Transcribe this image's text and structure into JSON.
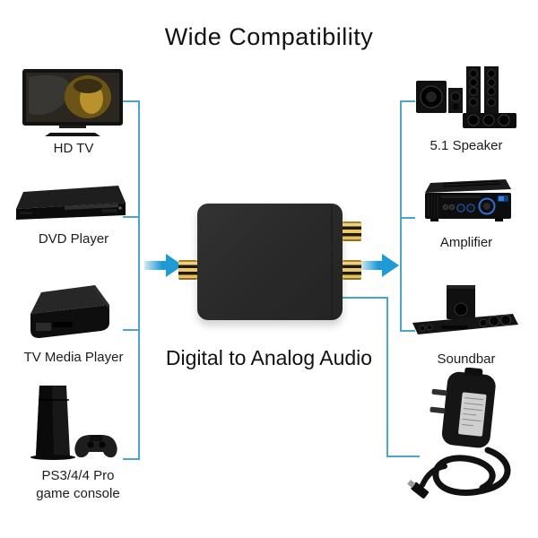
{
  "title": "Wide Compatibility",
  "caption": "Digital to Analog Audio",
  "left_column": {
    "devices": [
      {
        "name": "hd-tv",
        "label": "HD TV"
      },
      {
        "name": "dvd-player",
        "label": "DVD Player"
      },
      {
        "name": "tv-media-player",
        "label": "TV Media Player"
      },
      {
        "name": "game-console",
        "label": "PS3/4/4 Pro",
        "label_line2": "game console"
      }
    ]
  },
  "right_column": {
    "devices": [
      {
        "name": "5-1-speaker",
        "label": "5.1 Speaker"
      },
      {
        "name": "amplifier",
        "label": "Amplifier"
      },
      {
        "name": "soundbar",
        "label": "Soundbar"
      },
      {
        "name": "power-adapter"
      }
    ]
  },
  "colors": {
    "background": "#ffffff",
    "bracket_line": "#4ba6c6",
    "arrow_blue": "#1e9ad6",
    "converter_body": "#2a2a2a",
    "connector_gold": "#d9b24a",
    "text": "#1c1c1c"
  }
}
